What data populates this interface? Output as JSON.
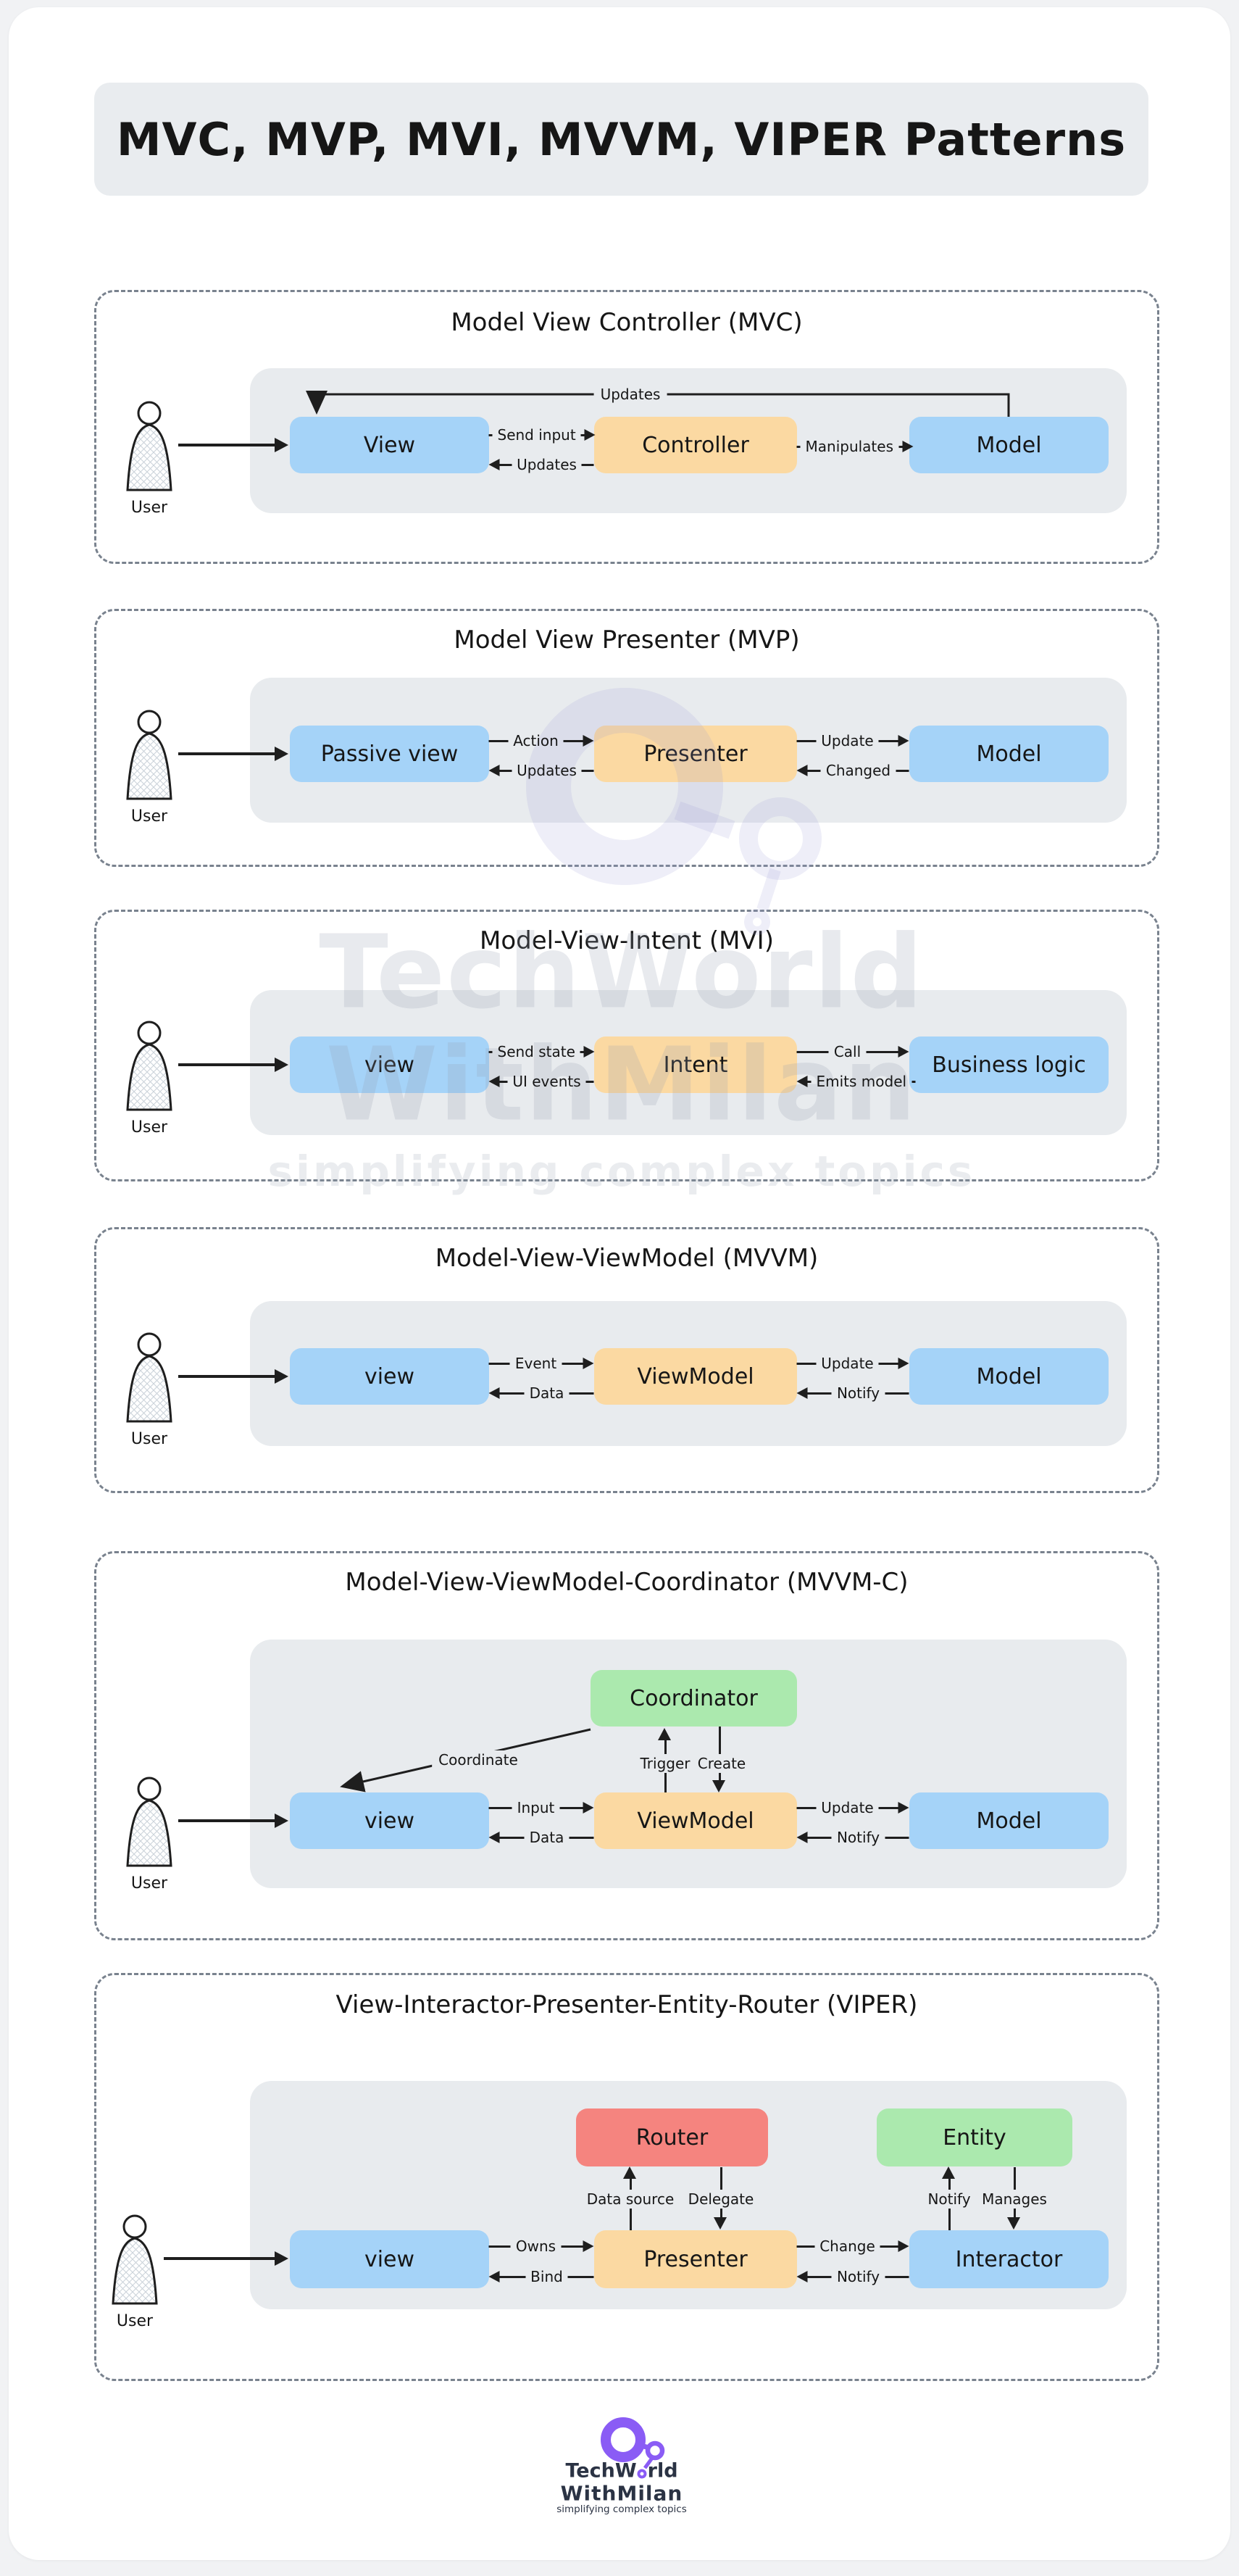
{
  "page": {
    "title": "MVC, MVP, MVI, MVVM, VIPER Patterns"
  },
  "common": {
    "user": "User"
  },
  "mvc": {
    "title": "Model View Controller (MVC)",
    "boxes": {
      "view": "View",
      "controller": "Controller",
      "model": "Model"
    },
    "arrows": {
      "send_input": "Send input",
      "updates": "Updates",
      "manipulates": "Manipulates",
      "updates_top": "Updates"
    }
  },
  "mvp": {
    "title": "Model View Presenter (MVP)",
    "boxes": {
      "view": "Passive view",
      "presenter": "Presenter",
      "model": "Model"
    },
    "arrows": {
      "action": "Action",
      "updates": "Updates",
      "update": "Update",
      "changed": "Changed"
    }
  },
  "mvi": {
    "title": "Model-View-Intent (MVI)",
    "boxes": {
      "view": "view",
      "intent": "Intent",
      "logic": "Business logic"
    },
    "arrows": {
      "send_state": "Send state",
      "ui_events": "UI events",
      "call": "Call",
      "emits_model": "Emits model"
    }
  },
  "mvvm": {
    "title": "Model-View-ViewModel (MVVM)",
    "boxes": {
      "view": "view",
      "viewmodel": "ViewModel",
      "model": "Model"
    },
    "arrows": {
      "event": "Event",
      "data": "Data",
      "update": "Update",
      "notify": "Notify"
    }
  },
  "mvvmc": {
    "title": "Model-View-ViewModel-Coordinator (MVVM-C)",
    "boxes": {
      "coordinator": "Coordinator",
      "view": "view",
      "viewmodel": "ViewModel",
      "model": "Model"
    },
    "arrows": {
      "coordinate": "Coordinate",
      "trigger": "Trigger",
      "create": "Create",
      "input": "Input",
      "data": "Data",
      "update": "Update",
      "notify": "Notify"
    }
  },
  "viper": {
    "title": "View-Interactor-Presenter-Entity-Router (VIPER)",
    "boxes": {
      "router": "Router",
      "entity": "Entity",
      "view": "view",
      "presenter": "Presenter",
      "interactor": "Interactor"
    },
    "arrows": {
      "data_source": "Data source",
      "delegate": "Delegate",
      "notify_entity": "Notify",
      "manages": "Manages",
      "owns": "Owns",
      "bind": "Bind",
      "change": "Change",
      "notify": "Notify"
    }
  },
  "watermark": {
    "line1": "TechWorld",
    "line2": "WithMilan",
    "tagline": "simplifying complex topics"
  },
  "footer": {
    "brand_pre": "TechW",
    "brand_post": "rld",
    "brand_line2": "WithMilan",
    "tagline": "simplifying complex topics"
  }
}
